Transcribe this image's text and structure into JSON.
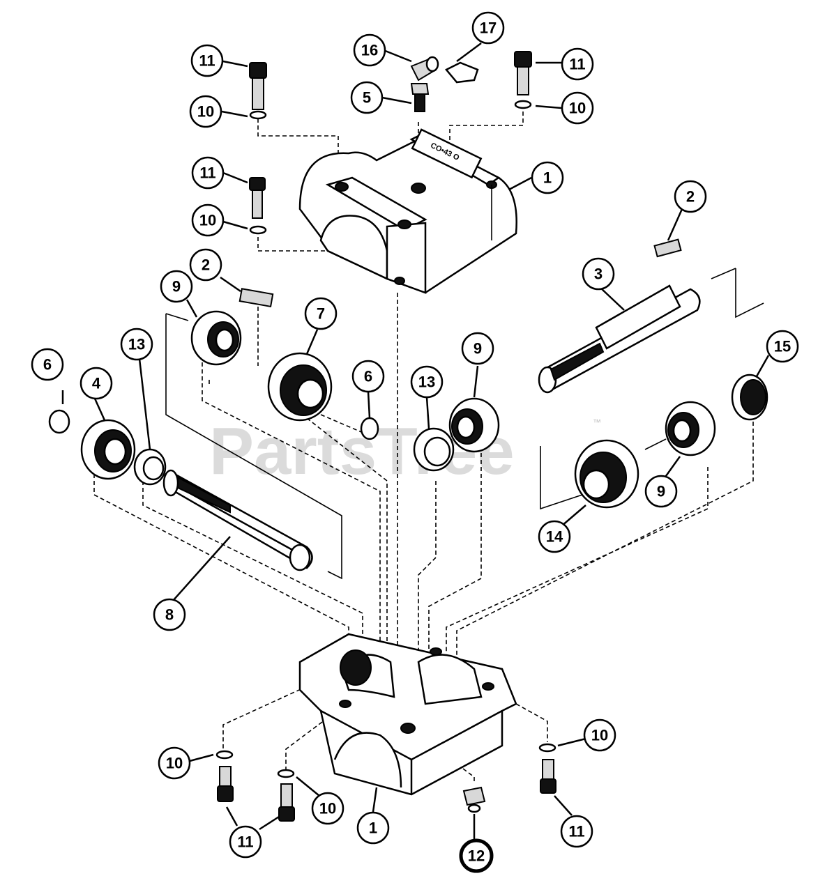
{
  "watermark": {
    "text": "PartsTree",
    "trademark": "™"
  },
  "casting_text": "CO•43 O",
  "callouts": [
    {
      "label": "11",
      "bold": false
    },
    {
      "label": "10",
      "bold": false
    },
    {
      "label": "16",
      "bold": false
    },
    {
      "label": "17",
      "bold": false
    },
    {
      "label": "5",
      "bold": false
    },
    {
      "label": "11",
      "bold": false
    },
    {
      "label": "10",
      "bold": false
    },
    {
      "label": "11",
      "bold": false
    },
    {
      "label": "10",
      "bold": false
    },
    {
      "label": "1",
      "bold": false
    },
    {
      "label": "2",
      "bold": false
    },
    {
      "label": "2",
      "bold": false
    },
    {
      "label": "9",
      "bold": false
    },
    {
      "label": "3",
      "bold": false
    },
    {
      "label": "7",
      "bold": false
    },
    {
      "label": "13",
      "bold": false
    },
    {
      "label": "6",
      "bold": false
    },
    {
      "label": "4",
      "bold": false
    },
    {
      "label": "6",
      "bold": false
    },
    {
      "label": "13",
      "bold": false
    },
    {
      "label": "9",
      "bold": false
    },
    {
      "label": "15",
      "bold": false
    },
    {
      "label": "9",
      "bold": false
    },
    {
      "label": "14",
      "bold": false
    },
    {
      "label": "8",
      "bold": false
    },
    {
      "label": "10",
      "bold": false
    },
    {
      "label": "10",
      "bold": false
    },
    {
      "label": "10",
      "bold": false
    },
    {
      "label": "1",
      "bold": false
    },
    {
      "label": "11",
      "bold": false
    },
    {
      "label": "11",
      "bold": false
    },
    {
      "label": "12",
      "bold": true
    },
    {
      "label": "11",
      "bold": false
    }
  ]
}
